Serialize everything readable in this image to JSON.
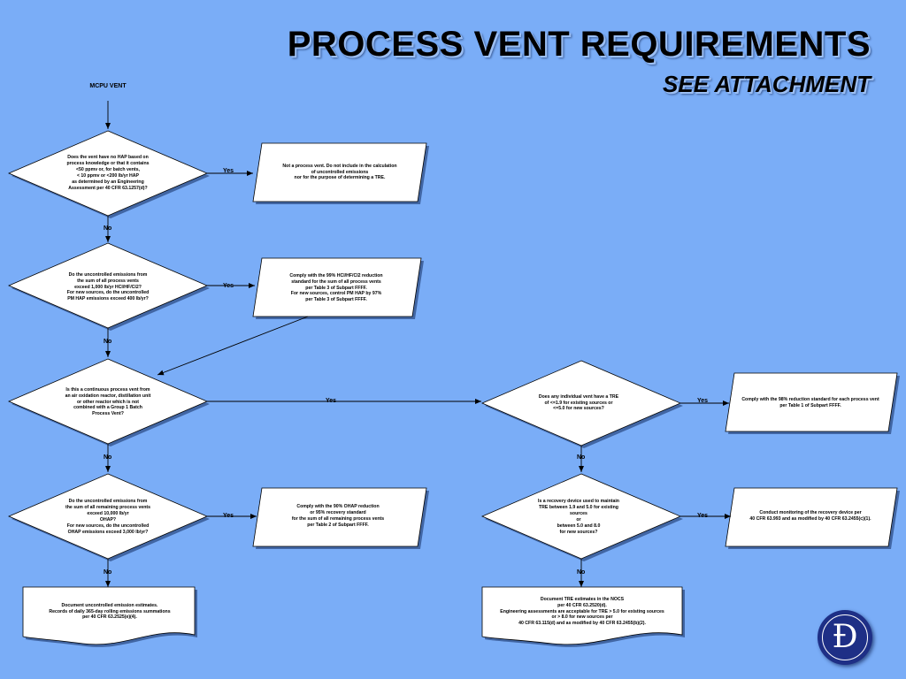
{
  "header": {
    "title": "PROCESS VENT REQUIREMENTS",
    "subtitle": "SEE ATTACHMENT"
  },
  "start_label": "MCPU VENT",
  "decisions": {
    "no_hap": "Does the vent have no HAP based on\nprocess knowledge or that it contains\n<50 ppmv  or, for batch vents,\n< 10 ppmv or <200 lb/yr HAP\nas determined by an Engineering\nAssessment per 40 CFR 63.1257(d)?",
    "uncontrolled_hcl": "Do the uncontrolled emissions from\nthe sum of all process vents\nexceed 1,000 lb/yr HCl/HF/Cl2?\nFor new sources, do the uncontrolled\nPM HAP emissions exceed 400 lb/yr?",
    "continuous_vent": "Is this a continuous process vent from\nan air oxidation reactor, distillation unit\nor other reactor which is not\ncombined with a Group 1 Batch\nProcess Vent?",
    "ohap_exceed": "Do the uncontrolled emissions from\nthe sum of all remaining process vents\nexceed 10,000 lb/yr\nOHAP?\nFor new sources, do the uncontrolled\nOHAP emissions exceed 3,000 lb/yr?",
    "tre_check": "Does any individual vent have a TRE\nof <=1.9 for existing sources or\n<=5.0 for new sources?",
    "recovery_device": "Is a recovery device used to maintain\nTRE between 1.9 and 5.0 for existing\nsources\nor\nbetween 5.0 and 8.0\nfor new sources?"
  },
  "actions": {
    "not_process_vent": "Not a process vent. Do not include in the calculation\nof uncontrolled emissions\nnor for the purpose of determining a TRE.",
    "comply_99": "Comply with the 99% HCl/HF/Cl2 reduction\nstandard for the sum of all process vents\nper Table 3 of Subpart FFFF.\nFor new sources, control PM HAP by 97%\nper Table 3 of Subpart FFFF.",
    "comply_98_continuous": "Comply with the 98% reduction standard for each process vent\nper Table 1 of Subpart FFFF.",
    "comply_90": "Comply with the 90% OHAP reduction\nor 95% recovery standard\nfor the sum of all remaining process vents\nper Table 2 of Subpart FFFF.",
    "monitor_recovery": "Conduct monitoring of the recovery device per\n40 CFR 63.993 and as modified by 40 CFR 63.2455(c)(1)."
  },
  "documents": {
    "uncontrolled_estimates": "Document uncontrolled emission estimates.\nRecords of daily 365-day rolling emissions summations\nper 40 CFR 63.2525(e)(4).",
    "tre_estimates": "Document TRE estimates in the NOCS\nper 40 CFR 63.2520(d).\nEngineering assessments are acceptable for TRE > 5.0 for existing sources\nor > 8.0 for new sources per\n40 CFR 63.115(d) and as modified by 40 CFR 63.2455(b)(2)."
  },
  "edge_labels": {
    "yes": "Yes",
    "no": "No"
  },
  "logo": {
    "letter": "Đ"
  },
  "colors": {
    "background": "#7aadf7",
    "shape_fill": "#ffffff",
    "shape_shadow": "#2f4f88",
    "logo": "#1e2f86"
  }
}
